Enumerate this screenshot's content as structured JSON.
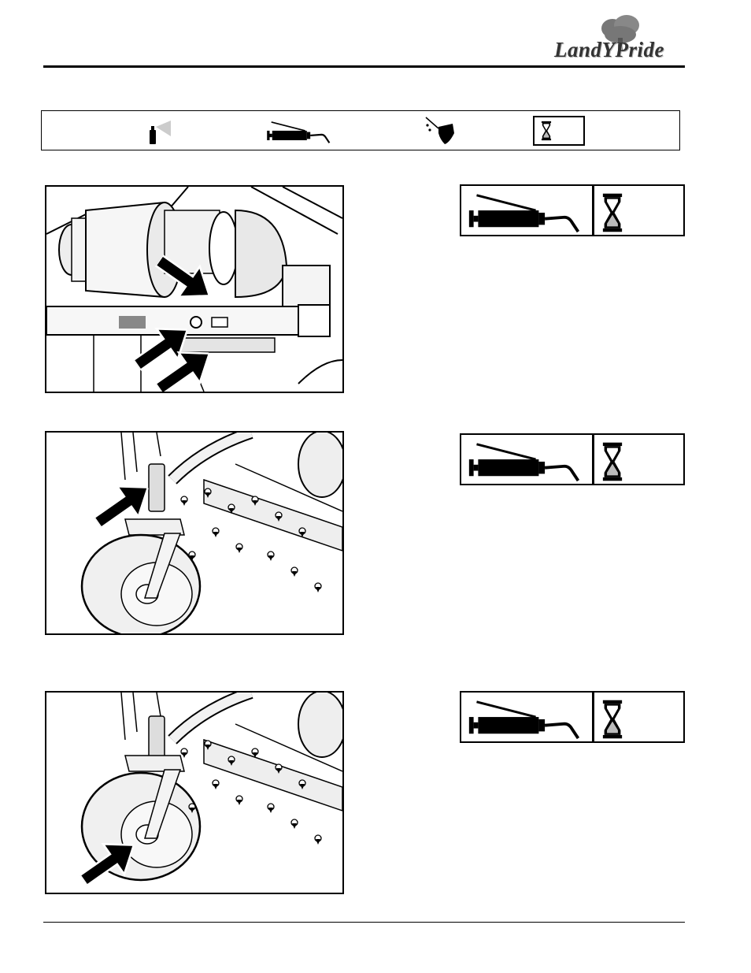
{
  "header": {
    "logo_text": "LandYPride",
    "logo_icon": "tree-logo-icon"
  },
  "legend_icons": [
    "spray-lubricant-icon",
    "grease-gun-icon",
    "oil-can-icon",
    "hourglass-interval-icon"
  ],
  "lube_points": [
    {
      "figure": "gearbox-and-frame",
      "method_icon": "grease-gun-icon",
      "interval_icon": "hourglass-icon",
      "arrow_count": 3
    },
    {
      "figure": "wheel-pivot",
      "method_icon": "grease-gun-icon",
      "interval_icon": "hourglass-icon",
      "arrow_count": 1
    },
    {
      "figure": "wheel-hub",
      "method_icon": "grease-gun-icon",
      "interval_icon": "hourglass-icon",
      "arrow_count": 1
    }
  ]
}
